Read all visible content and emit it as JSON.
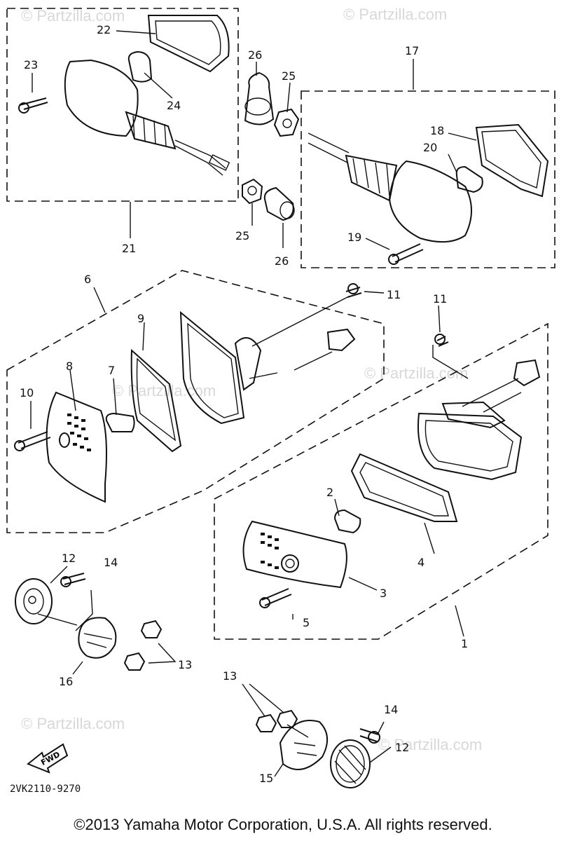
{
  "watermarks": [
    "© Partzilla.com",
    "© Partzilla.com",
    "© Partzilla.com",
    "© Partzilla.com",
    "© Partzilla.com",
    "© Partzilla.com"
  ],
  "callouts": {
    "p1": "1",
    "p2": "2",
    "p3": "3",
    "p4": "4",
    "p5": "5",
    "p6": "6",
    "p7": "7",
    "p8": "8",
    "p9": "9",
    "p10": "10",
    "p11a": "11",
    "p11b": "11",
    "p12a": "12",
    "p12b": "12",
    "p13a": "13",
    "p13b": "13",
    "p14a": "14",
    "p14b": "14",
    "p15": "15",
    "p16": "16",
    "p17": "17",
    "p18": "18",
    "p19": "19",
    "p20": "20",
    "p21": "21",
    "p22": "22",
    "p23": "23",
    "p24": "24",
    "p25a": "25",
    "p25b": "25",
    "p26a": "26",
    "p26b": "26"
  },
  "fwd_label": "FWD",
  "diagram_code": "2VK2110-9270",
  "copyright": "©2013  Yamaha Motor Corporation, U.S.A. All rights reserved."
}
